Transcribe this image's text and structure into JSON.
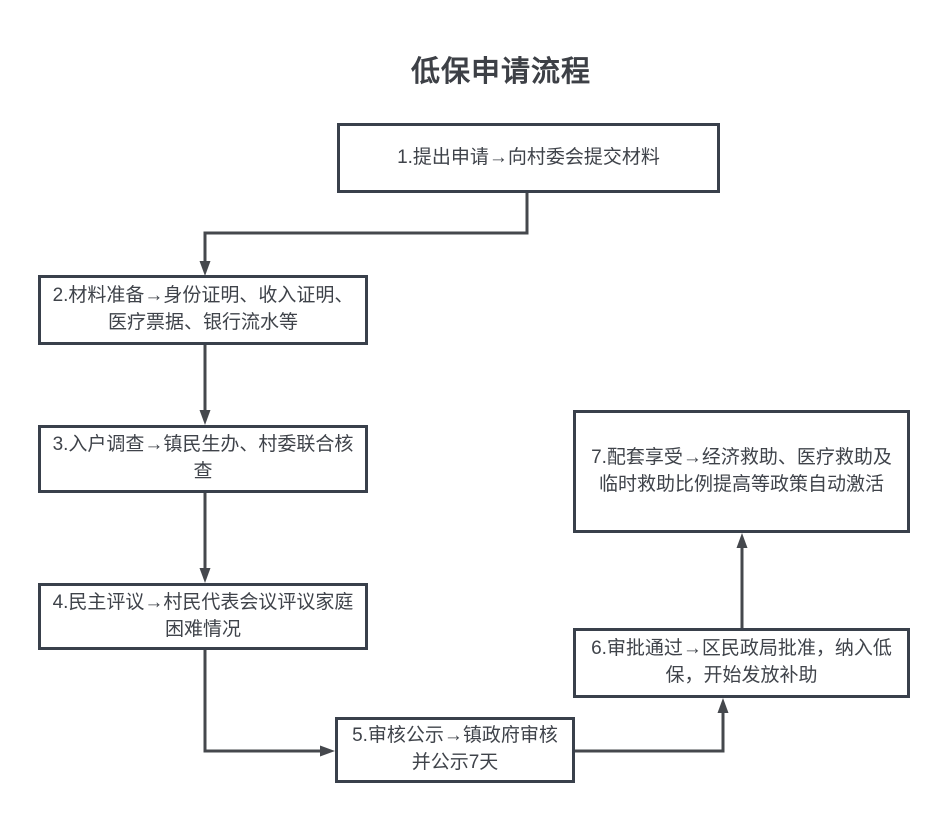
{
  "title": "低保申请流程",
  "flowchart": {
    "nodes": [
      {
        "id": "1",
        "text": "1.提出申请→向村委会提交材料"
      },
      {
        "id": "2",
        "text": "2.材料准备→身份证明、收入证明、医疗票据、银行流水等"
      },
      {
        "id": "3",
        "text": "3.入户调查→镇民生办、村委联合核查"
      },
      {
        "id": "4",
        "text": "4.民主评议→村民代表会议评议家庭困难情况"
      },
      {
        "id": "5",
        "text": "5.审核公示→镇政府审核并公示7天"
      },
      {
        "id": "6",
        "text": "6.审批通过→区民政局批准，纳入低保，开始发放补助"
      },
      {
        "id": "7",
        "text": "7.配套享受→经济救助、医疗救助及临时救助比例提高等政策自动激活"
      }
    ],
    "edges": [
      {
        "from": "1",
        "to": "2"
      },
      {
        "from": "2",
        "to": "3"
      },
      {
        "from": "3",
        "to": "4"
      },
      {
        "from": "4",
        "to": "5"
      },
      {
        "from": "5",
        "to": "6"
      },
      {
        "from": "6",
        "to": "7"
      }
    ]
  },
  "colors": {
    "background": "#ffffff",
    "box_fill": "#ffffff",
    "box_border": "#39404b",
    "text": "#3f434a",
    "connector": "#45484d"
  }
}
